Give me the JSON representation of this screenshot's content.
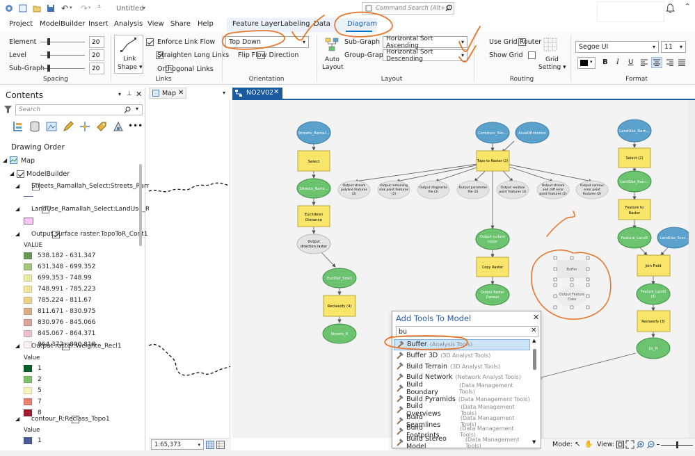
{
  "title_bar": {
    "doc_title": "Untitled",
    "command_search_placeholder": "Command Search (Alt+Q)"
  },
  "menu_tabs": [
    "Project",
    "ModelBuilder",
    "Insert",
    "Analysis",
    "View",
    "Share",
    "Help",
    "Feature Layer",
    "Labeling",
    "Data",
    "Diagram"
  ],
  "ribbon": {
    "spacing": {
      "element_label": "Element",
      "element_value": "20",
      "level_label": "Level",
      "level_value": "20",
      "subgraph_label": "Sub-Graph",
      "subgraph_value": "20",
      "group_label": "Spacing"
    },
    "links": {
      "link_shape_line1": "Link",
      "link_shape_line2": "Shape ▾",
      "enforce_link_flow": "Enforce Link Flow",
      "straighten_long_links": "Straighten Long Links",
      "orthogonal_links": "Orthogonal Links",
      "group_label": "Links"
    },
    "orientation": {
      "value": "Top Down",
      "flip_flow_direction": "Flip Flow Direction",
      "group_label": "Orientation"
    },
    "layout": {
      "auto_layout_line1": "Auto",
      "auto_layout_line2": "Layout",
      "subgraph_label": "Sub-Graph",
      "subgraph_value": "Horizontal Sort Ascending",
      "groupgraph_label": "Group-Graph",
      "groupgraph_value": "Horizontal Sort Descending",
      "group_label": "Layout"
    },
    "routing": {
      "use_grid_router": "Use Grid Router",
      "show_grid": "Show Grid",
      "grid_setting_line1": "Grid",
      "grid_setting_line2": "Setting ▾",
      "group_label": "Routing"
    },
    "format": {
      "font": "Segoe UI",
      "size": "11",
      "group_label": "Format",
      "color": "#000000"
    }
  },
  "contents": {
    "title": "Contents",
    "search_placeholder": "Search",
    "drawing_order": "Drawing Order",
    "map_label": "Map",
    "modelbuilder_label": "ModelBuilder",
    "layers": [
      "Streets_Ramallah_Select:Streets_Ram...",
      "LandUse_Ramallah_Select:LandUse_R...",
      "Output surface raster:TopoToR_Cont1",
      "Output raster:Weighte_Recl1",
      "contour_R:Reclass_Topo1"
    ],
    "value_header": "VALUE",
    "value_header2": "Value",
    "value_header3": "Value",
    "surface_legend": [
      {
        "label": "538.182 - 631.347",
        "color": "#6a9a5a"
      },
      {
        "label": "631.348 - 699.352",
        "color": "#a6c77d"
      },
      {
        "label": "699.353 - 748.99",
        "color": "#e8edaa"
      },
      {
        "label": "748.991 - 785.223",
        "color": "#f4e4a0"
      },
      {
        "label": "785.224 - 811.67",
        "color": "#efd28a"
      },
      {
        "label": "811.671 - 830.975",
        "color": "#dcae86"
      },
      {
        "label": "830.976 - 845.066",
        "color": "#d9a59c"
      },
      {
        "label": "845.067 - 864.371",
        "color": "#e8c2cf"
      },
      {
        "label": "864.372 - 890.818",
        "color": "#fbeef6"
      }
    ],
    "weighted_legend": [
      {
        "label": "1",
        "color": "#0a5f2b"
      },
      {
        "label": "2",
        "color": "#7fc46a"
      },
      {
        "label": "5",
        "color": "#f8f6bd"
      },
      {
        "label": "7",
        "color": "#e8826e"
      },
      {
        "label": "8",
        "color": "#a01b2b"
      }
    ],
    "contour_legend": [
      {
        "label": "1",
        "color": "#4a5a9a"
      }
    ]
  },
  "tabs": {
    "map_tab": "Map",
    "model_tab": "NO2V02"
  },
  "map_view": {
    "scale": "1:65,373"
  },
  "model_nodes": {
    "streets_ramal": "Streets_Ramal...",
    "select1": "Select",
    "streets_rami": "Streets_Rami...",
    "euclidean_distance_1": "Euclidean",
    "euclidean_distance_2": "Distance",
    "output_direction_1": "Output",
    "output_direction_2": "direction raster",
    "eucdist": "EucDist_Stre1",
    "reclassify4": "Reclassify (4)",
    "streets_r": "Streets_R",
    "contours_sm": "Contours_Sm...",
    "area_of_interest": "AreaOfInterest",
    "topo_to_raster": "Topo to Raster (2)",
    "out_stream_polyline": [
      "Output stream",
      "polyline features",
      "(2)"
    ],
    "out_remaining_sink": [
      "Output remaining",
      "sink point features",
      "(2)"
    ],
    "out_diagnostic": [
      "Output diagnostic",
      "file (2)"
    ],
    "out_parameter": [
      "Output parameter",
      "file (2)"
    ],
    "out_residual": [
      "Output residual",
      "point features (2)"
    ],
    "out_stream_cliff": [
      "Output stream",
      "and cliff error",
      "point features (2)"
    ],
    "out_contour_error": [
      "Output contour",
      "error point",
      "features (2)"
    ],
    "out_surface_raster": [
      "Output surface",
      "raster"
    ],
    "copy_raster": "Copy Raster",
    "out_raster_dataset": [
      "Output Raster",
      "Dataset"
    ],
    "buffer": "Buffer",
    "out_feature_class": [
      "Output Feature",
      "Class"
    ],
    "landuse_ram": "LandUse_Ram...",
    "select2": "Select (2)",
    "landuse_ram2": "LandUse_Ram...",
    "feature_to_raster": [
      "Feature to",
      "Raster"
    ],
    "feature_land3": "Feature_Land3",
    "landuse_scor": "LandUse_Scor...",
    "join_field": "Join Field",
    "feature_land2": [
      "Feature_Land2",
      "(3)"
    ],
    "reclassify3": "Reclassify (3)",
    "lu_r": "LU_R"
  },
  "add_tools": {
    "title": "Add Tools To Model",
    "search_value": "bu",
    "tools": [
      {
        "name": "Buffer",
        "cat": "(Analysis Tools)"
      },
      {
        "name": "Buffer 3D",
        "cat": "(3D Analyst Tools)"
      },
      {
        "name": "Build Terrain",
        "cat": "(3D Analyst Tools)"
      },
      {
        "name": "Build Network",
        "cat": "(Network Analyst Tools)"
      },
      {
        "name": "Build Boundary",
        "cat": "(Data Management Tools)"
      },
      {
        "name": "Build Pyramids",
        "cat": "(Data Management Tools)"
      },
      {
        "name": "Build Overviews",
        "cat": "(Data Management Tools)"
      },
      {
        "name": "Build Seamlines",
        "cat": "(Data Management Tools)"
      },
      {
        "name": "Build Footprints",
        "cat": "(Data Management Tools)"
      },
      {
        "name": "Build Stereo Model",
        "cat": "(Data Management Tools)"
      }
    ]
  },
  "status_bar": {
    "mode_label": "Mode:",
    "view_label": "View:"
  },
  "colors": {
    "accent": "#0078d4",
    "node_blue": "#5aa2cc",
    "node_yellow": "#f8e56a",
    "node_green": "#6cc36f",
    "node_gray": "#e3e3e3",
    "annotation": "#e8762a"
  }
}
